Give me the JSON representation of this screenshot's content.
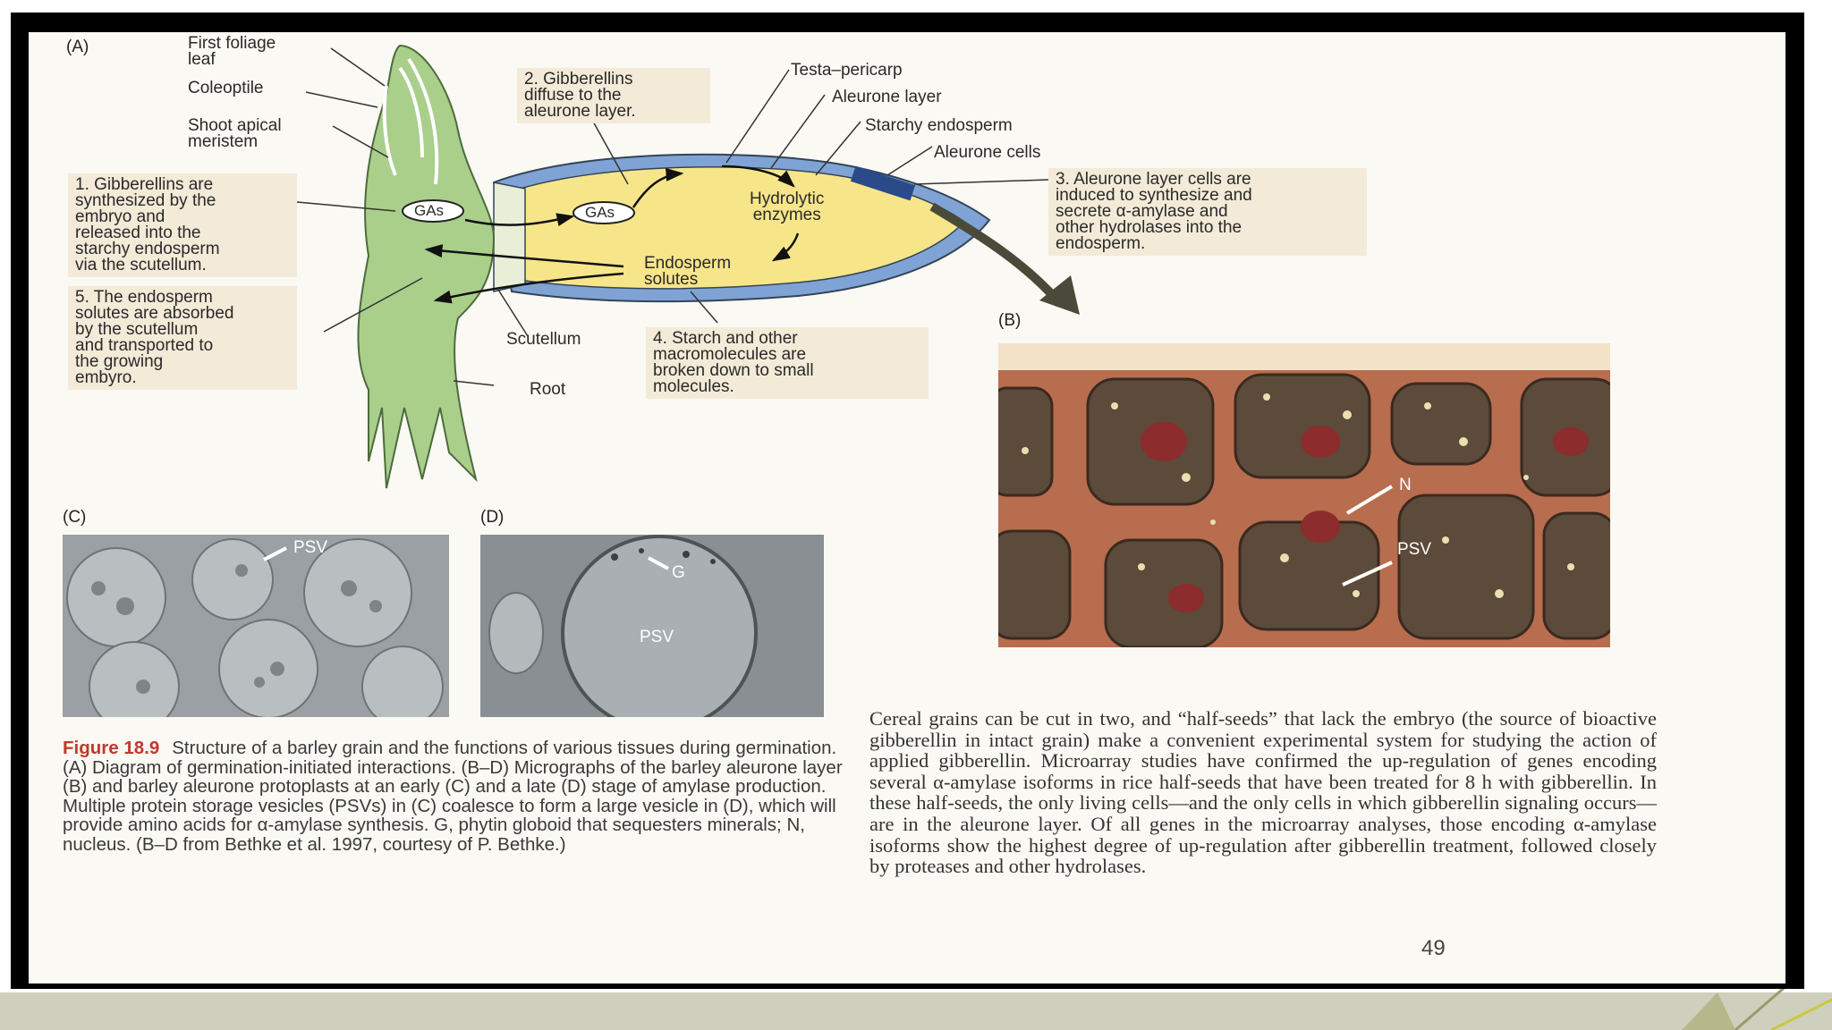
{
  "figure": {
    "panel_a_letter": "(A)",
    "panel_b_letter": "(B)",
    "panel_c_letter": "(C)",
    "panel_d_letter": "(D)",
    "labels": {
      "first_foliage_leaf": "First foliage\nleaf",
      "coleoptile": "Coleoptile",
      "shoot_apical_meristem": "Shoot apical\nmeristem",
      "testa_pericarp": "Testa–pericarp",
      "aleurone_layer": "Aleurone layer",
      "starchy_endosperm": "Starchy endosperm",
      "aleurone_cells": "Aleurone cells",
      "hydrolytic_enzymes": "Hydrolytic\nenzymes",
      "endosperm_solutes": "Endosperm\nsolutes",
      "scutellum": "Scutellum",
      "root": "Root",
      "gas_1": "GAs",
      "gas_2": "GAs"
    },
    "callouts": {
      "step1": "1. Gibberellins are\nsynthesized by the\nembryo and\nreleased into the\nstarchy endosperm\nvia the scutellum.",
      "step2": "2. Gibberellins\ndiffuse to the\naleurone layer.",
      "step3": "3. Aleurone layer cells are\ninduced to synthesize and\nsecrete α-amylase and\nother hydrolases into the\nendosperm.",
      "step4": "4. Starch and other\nmacromolecules are\nbroken down to small\nmolecules.",
      "step5": "5. The endosperm\nsolutes are absorbed\nby the scutellum\nand transported to\nthe growing\nembyro."
    },
    "micrograph_labels": {
      "b_n": "N",
      "b_psv": "PSV",
      "c_psv": "PSV",
      "d_g": "G",
      "d_psv": "PSV"
    },
    "caption_figure_number": "Figure 18.9",
    "caption_text": "Structure of a barley grain and the functions of various tissues during germination. (A) Diagram of germination-initiated interactions. (B–D) Micrographs of the barley aleurone layer (B) and barley aleurone protoplasts at an early (C) and a late (D) stage of amylase production. Multiple protein storage vesicles (PSVs) in (C) coalesce to form a large vesicle in (D), which will provide amino acids for α-amylase synthesis. G, phytin globoid that sequesters minerals; N, nucleus. (B–D from Bethke et al. 1997, courtesy of P. Bethke.)"
  },
  "body_text": "Cereal grains can be cut in two, and “half-seeds” that lack the embryo (the source of bioactive gibberellin in intact grain) make a convenient experimental system for studying the action of applied gibberellin. Microarray studies have confirmed the up-regulation of genes encoding several α-amylase isoforms in rice half-seeds that have been treated for 8 h with gibberellin. In these half-seeds, the only living cells—and the only cells in which gibberellin signaling occurs—are in the aleurone layer. Of all genes in the microarray analyses, those encoding α-amylase isoforms show the highest degree of up-regulation after gibberellin treatment, followed closely by proteases and other hydrolases.",
  "page_number": "49",
  "colors": {
    "callout_bg": "#f3ead8",
    "endosperm": "#f7e58a",
    "aleurone": "#8fb0d8",
    "embryo": "#9cc27c",
    "figure_number": "#c0392b",
    "micro_b_bg": "#b46a4a"
  }
}
